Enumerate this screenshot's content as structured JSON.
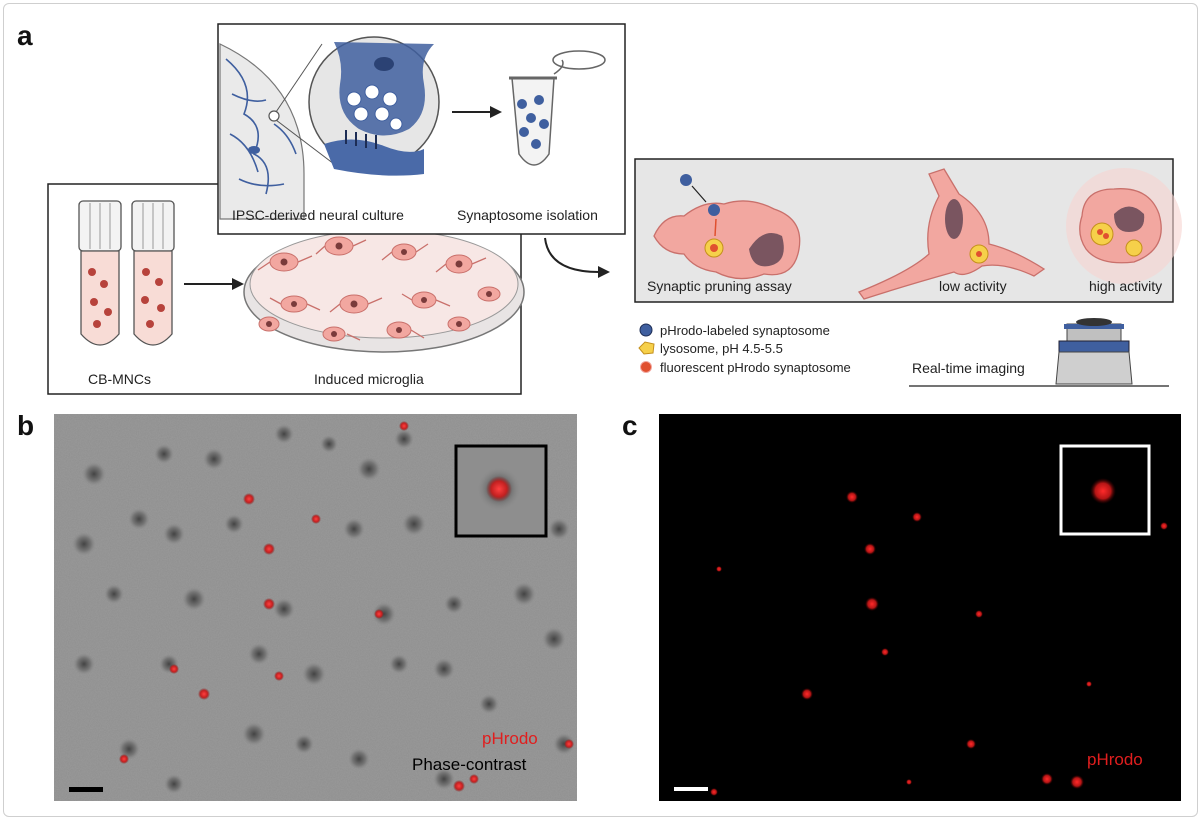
{
  "panels": {
    "a": "a",
    "b": "b",
    "c": "c"
  },
  "schematic": {
    "cb_mncs": "CB-MNCs",
    "induced_microglia": "Induced microglia",
    "ipsc_culture": "IPSC-derived neural culture",
    "synaptosome_isolation": "Synaptosome isolation",
    "assay_label": "Synaptic pruning assay",
    "low_activity": "low activity",
    "high_activity": "high activity",
    "legend": [
      "pHrodo-labeled synaptosome",
      "lysosome, pH 4.5-5.5",
      "fluorescent pHrodo synaptosome"
    ],
    "imaging": "Real-time imaging"
  },
  "micrograph_b": {
    "label_red": "pHrodo",
    "label_black": "Phase-contrast"
  },
  "micrograph_c": {
    "label_red": "pHrodo"
  },
  "colors": {
    "cell_pink": "#f2a7a0",
    "cell_outline": "#c9706b",
    "synaptosome_blue": "#3f5f9f",
    "lysosome_yellow": "#f6d04a",
    "phrodo_red": "#e01e1e"
  }
}
